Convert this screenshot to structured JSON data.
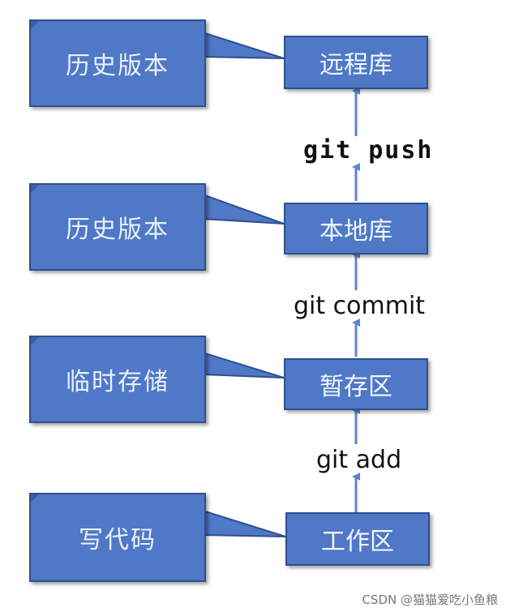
{
  "callouts": {
    "remote_history": "历史版本",
    "local_history": "历史版本",
    "staging_temp": "临时存储",
    "work_write": "写代码"
  },
  "stages": {
    "remote": "远程库",
    "local": "本地库",
    "staging": "暂存区",
    "workspace": "工作区"
  },
  "commands": {
    "push": "git  push",
    "commit": "git commit",
    "add": "git add"
  },
  "watermark": "CSDN @猫猫爱吃小鱼粮",
  "colors": {
    "box_fill": "#4f78c6",
    "box_border": "#2f4f8f",
    "arrow": "#5b86cf"
  }
}
